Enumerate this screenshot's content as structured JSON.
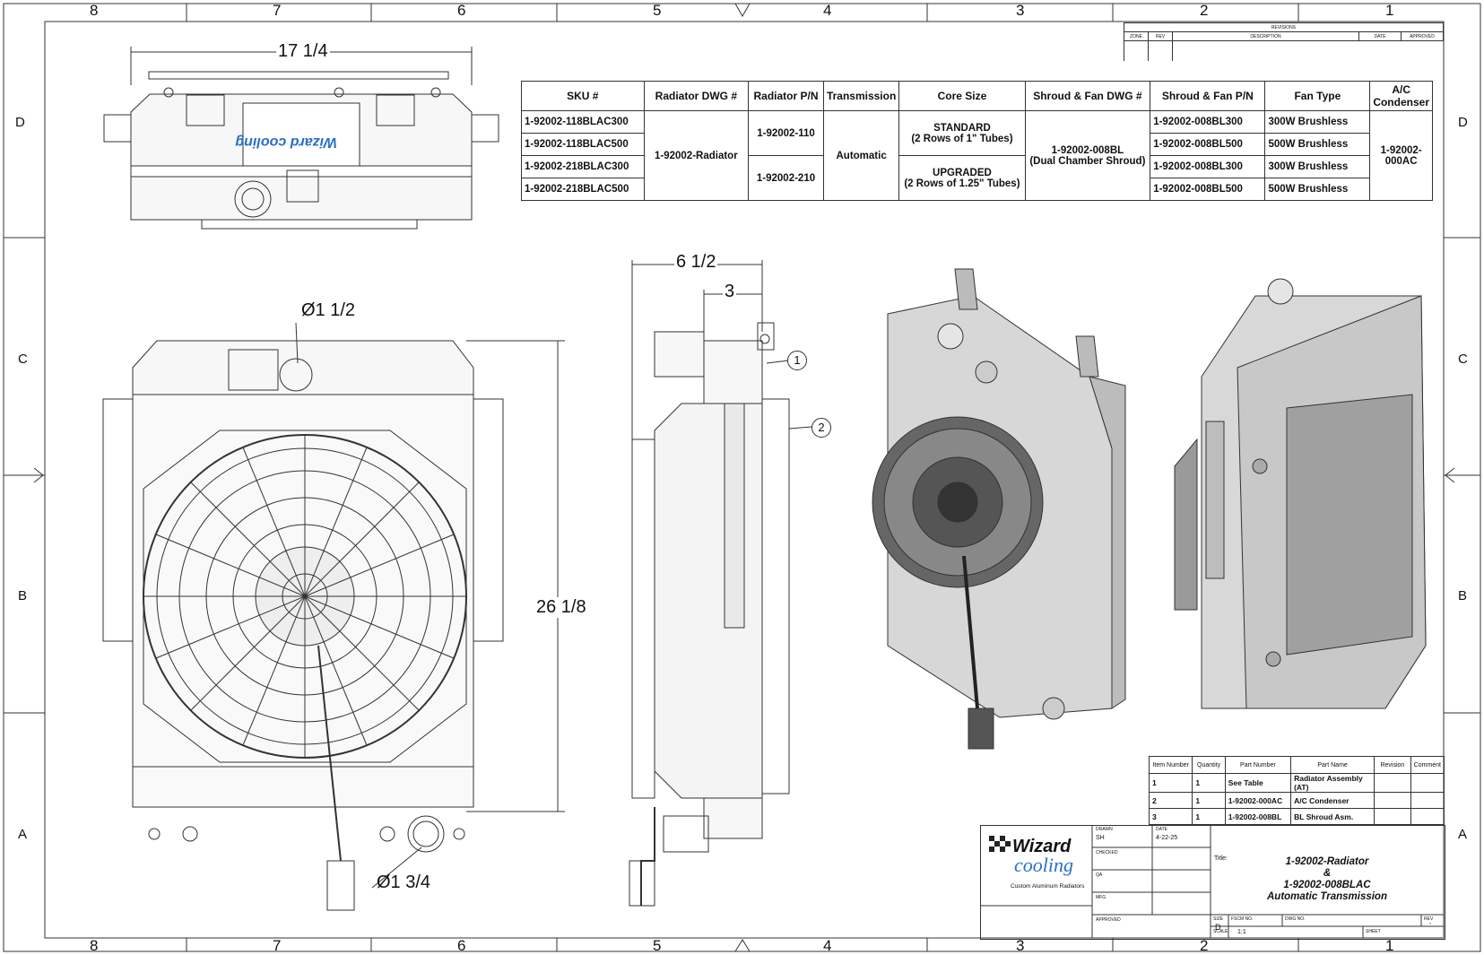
{
  "zones": {
    "columns": [
      "8",
      "7",
      "6",
      "5",
      "4",
      "3",
      "2",
      "1"
    ],
    "rows": [
      "D",
      "C",
      "B",
      "A"
    ]
  },
  "dimensions": {
    "top_width": "17 1/4",
    "side_depth": "6 1/2",
    "side_offset": "3",
    "height": "26 1/8",
    "upper_hose": "Ø1 1/2",
    "lower_hose": "Ø1 3/4"
  },
  "balloons": [
    "1",
    "2"
  ],
  "sku_table": {
    "headers": [
      "SKU #",
      "Radiator DWG #",
      "Radiator P/N",
      "Transmission",
      "Core Size",
      "Shroud & Fan DWG #",
      "Shroud & Fan P/N",
      "Fan Type",
      "A/C Condenser"
    ],
    "skus": [
      "1-92002-118BLAC300",
      "1-92002-118BLAC500",
      "1-92002-218BLAC300",
      "1-92002-218BLAC500"
    ],
    "radiator_dwg": "1-92002-Radiator",
    "radiator_pn": [
      "1-92002-110",
      "1-92002-210"
    ],
    "transmission": "Automatic",
    "core_size": [
      {
        "line1": "STANDARD",
        "line2": "(2 Rows of 1\" Tubes)"
      },
      {
        "line1": "UPGRADED",
        "line2": "(2 Rows of 1.25\" Tubes)"
      }
    ],
    "shroud_dwg": {
      "line1": "1-92002-008BL",
      "line2": "(Dual Chamber Shroud)"
    },
    "shroud_pn": [
      "1-92002-008BL300",
      "1-92002-008BL500",
      "1-92002-008BL300",
      "1-92002-008BL500"
    ],
    "fan_type": [
      "300W Brushless",
      "500W Brushless",
      "300W Brushless",
      "500W Brushless"
    ],
    "ac_condenser": "1-92002-000AC"
  },
  "revisions": {
    "title": "REVISIONS",
    "headers": [
      "ZONE",
      "REV",
      "DESCRIPTION",
      "DATE",
      "APPROVED"
    ]
  },
  "bom": {
    "headers": [
      "Item Number",
      "Quantity",
      "Part Number",
      "Part Name",
      "Revision",
      "Comment"
    ],
    "rows": [
      {
        "item": "1",
        "qty": "1",
        "part": "See Table",
        "name": "Radiator Assembly (AT)"
      },
      {
        "item": "2",
        "qty": "1",
        "part": "1-92002-000AC",
        "name": "A/C Condenser"
      },
      {
        "item": "3",
        "qty": "1",
        "part": "1-92002-008BL",
        "name": "BL Shroud Asm."
      }
    ]
  },
  "title_block": {
    "logo_top": "Wizard",
    "logo_bottom": "cooling",
    "tagline": "Custom Aluminum Radiators",
    "drawn_label": "DRAWN",
    "drawn_value": "SH",
    "date_label": "DATE",
    "date_value": "4-22-25",
    "checked_label": "CHECKED",
    "qa_label": "QA",
    "mfg_label": "MFG",
    "approved_label": "APPROVED",
    "title_label": "Title:",
    "title_lines": [
      "1-92002-Radiator",
      "&",
      "1-92002-008BLAC",
      "Automatic Transmission"
    ],
    "size_label": "SIZE",
    "size_value": "D",
    "fscm_label": "FSCM NO.",
    "dwg_label": "DWG NO.",
    "rev_label": "REV",
    "rev_value": "-",
    "scale_label": "SCALE",
    "scale_value": "1:1",
    "sheet_label": "SHEET"
  },
  "colors": {
    "line": "#333333",
    "blue": "#2a6fc9",
    "metal": "#d9d9d9",
    "fan": "#444444"
  }
}
